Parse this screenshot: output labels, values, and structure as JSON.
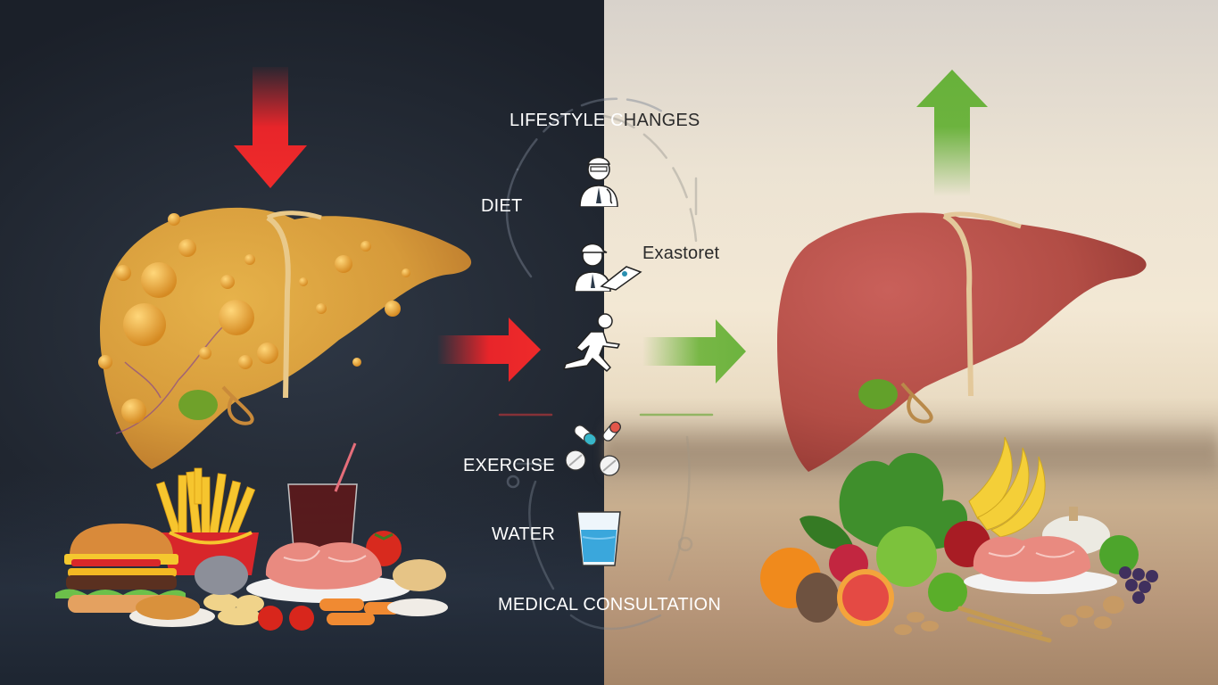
{
  "infographic": {
    "theme": "Fatty liver to healthy liver through lifestyle changes",
    "left_panel": {
      "state": "fatty-liver",
      "background_color": "#252c37",
      "indicator_arrow": {
        "direction": "down",
        "color": "#e8252a"
      },
      "flow_arrow": {
        "direction": "right",
        "color": "#e8252a"
      },
      "foods": [
        "burger",
        "french-fries",
        "cola-with-straw",
        "raw-meat-plate",
        "tomato",
        "fried-chicken",
        "chips",
        "carrots",
        "bread-bun",
        "grains"
      ]
    },
    "right_panel": {
      "state": "healthy-liver",
      "background_color": "#f0e5d2",
      "indicator_arrow": {
        "direction": "up",
        "color": "#6cb33e"
      },
      "flow_arrow": {
        "direction": "right",
        "color": "#6cb33e"
      },
      "foods": [
        "leafy-greens",
        "bananas",
        "orange",
        "raspberry",
        "green-grapes",
        "red-apple",
        "green-apple",
        "grapefruit-half",
        "walnut",
        "raw-meat-plate",
        "garlic",
        "parsley",
        "purple-grapes",
        "nuts",
        "wheat"
      ]
    },
    "center": {
      "title_left": "LIFESTYLE C",
      "title_right": "HANGES",
      "labels": {
        "diet": "DIET",
        "exastoret": "Exastoret",
        "exercise": "EXERCISE",
        "water": "WATER",
        "medical_left": "MEDICAL CO",
        "medical_right": "NSULTATION"
      },
      "icons": [
        "doctor-stethoscope-icon",
        "doctor-clipboard-icon",
        "running-person-icon",
        "pills-icon",
        "water-glass-icon"
      ]
    }
  }
}
